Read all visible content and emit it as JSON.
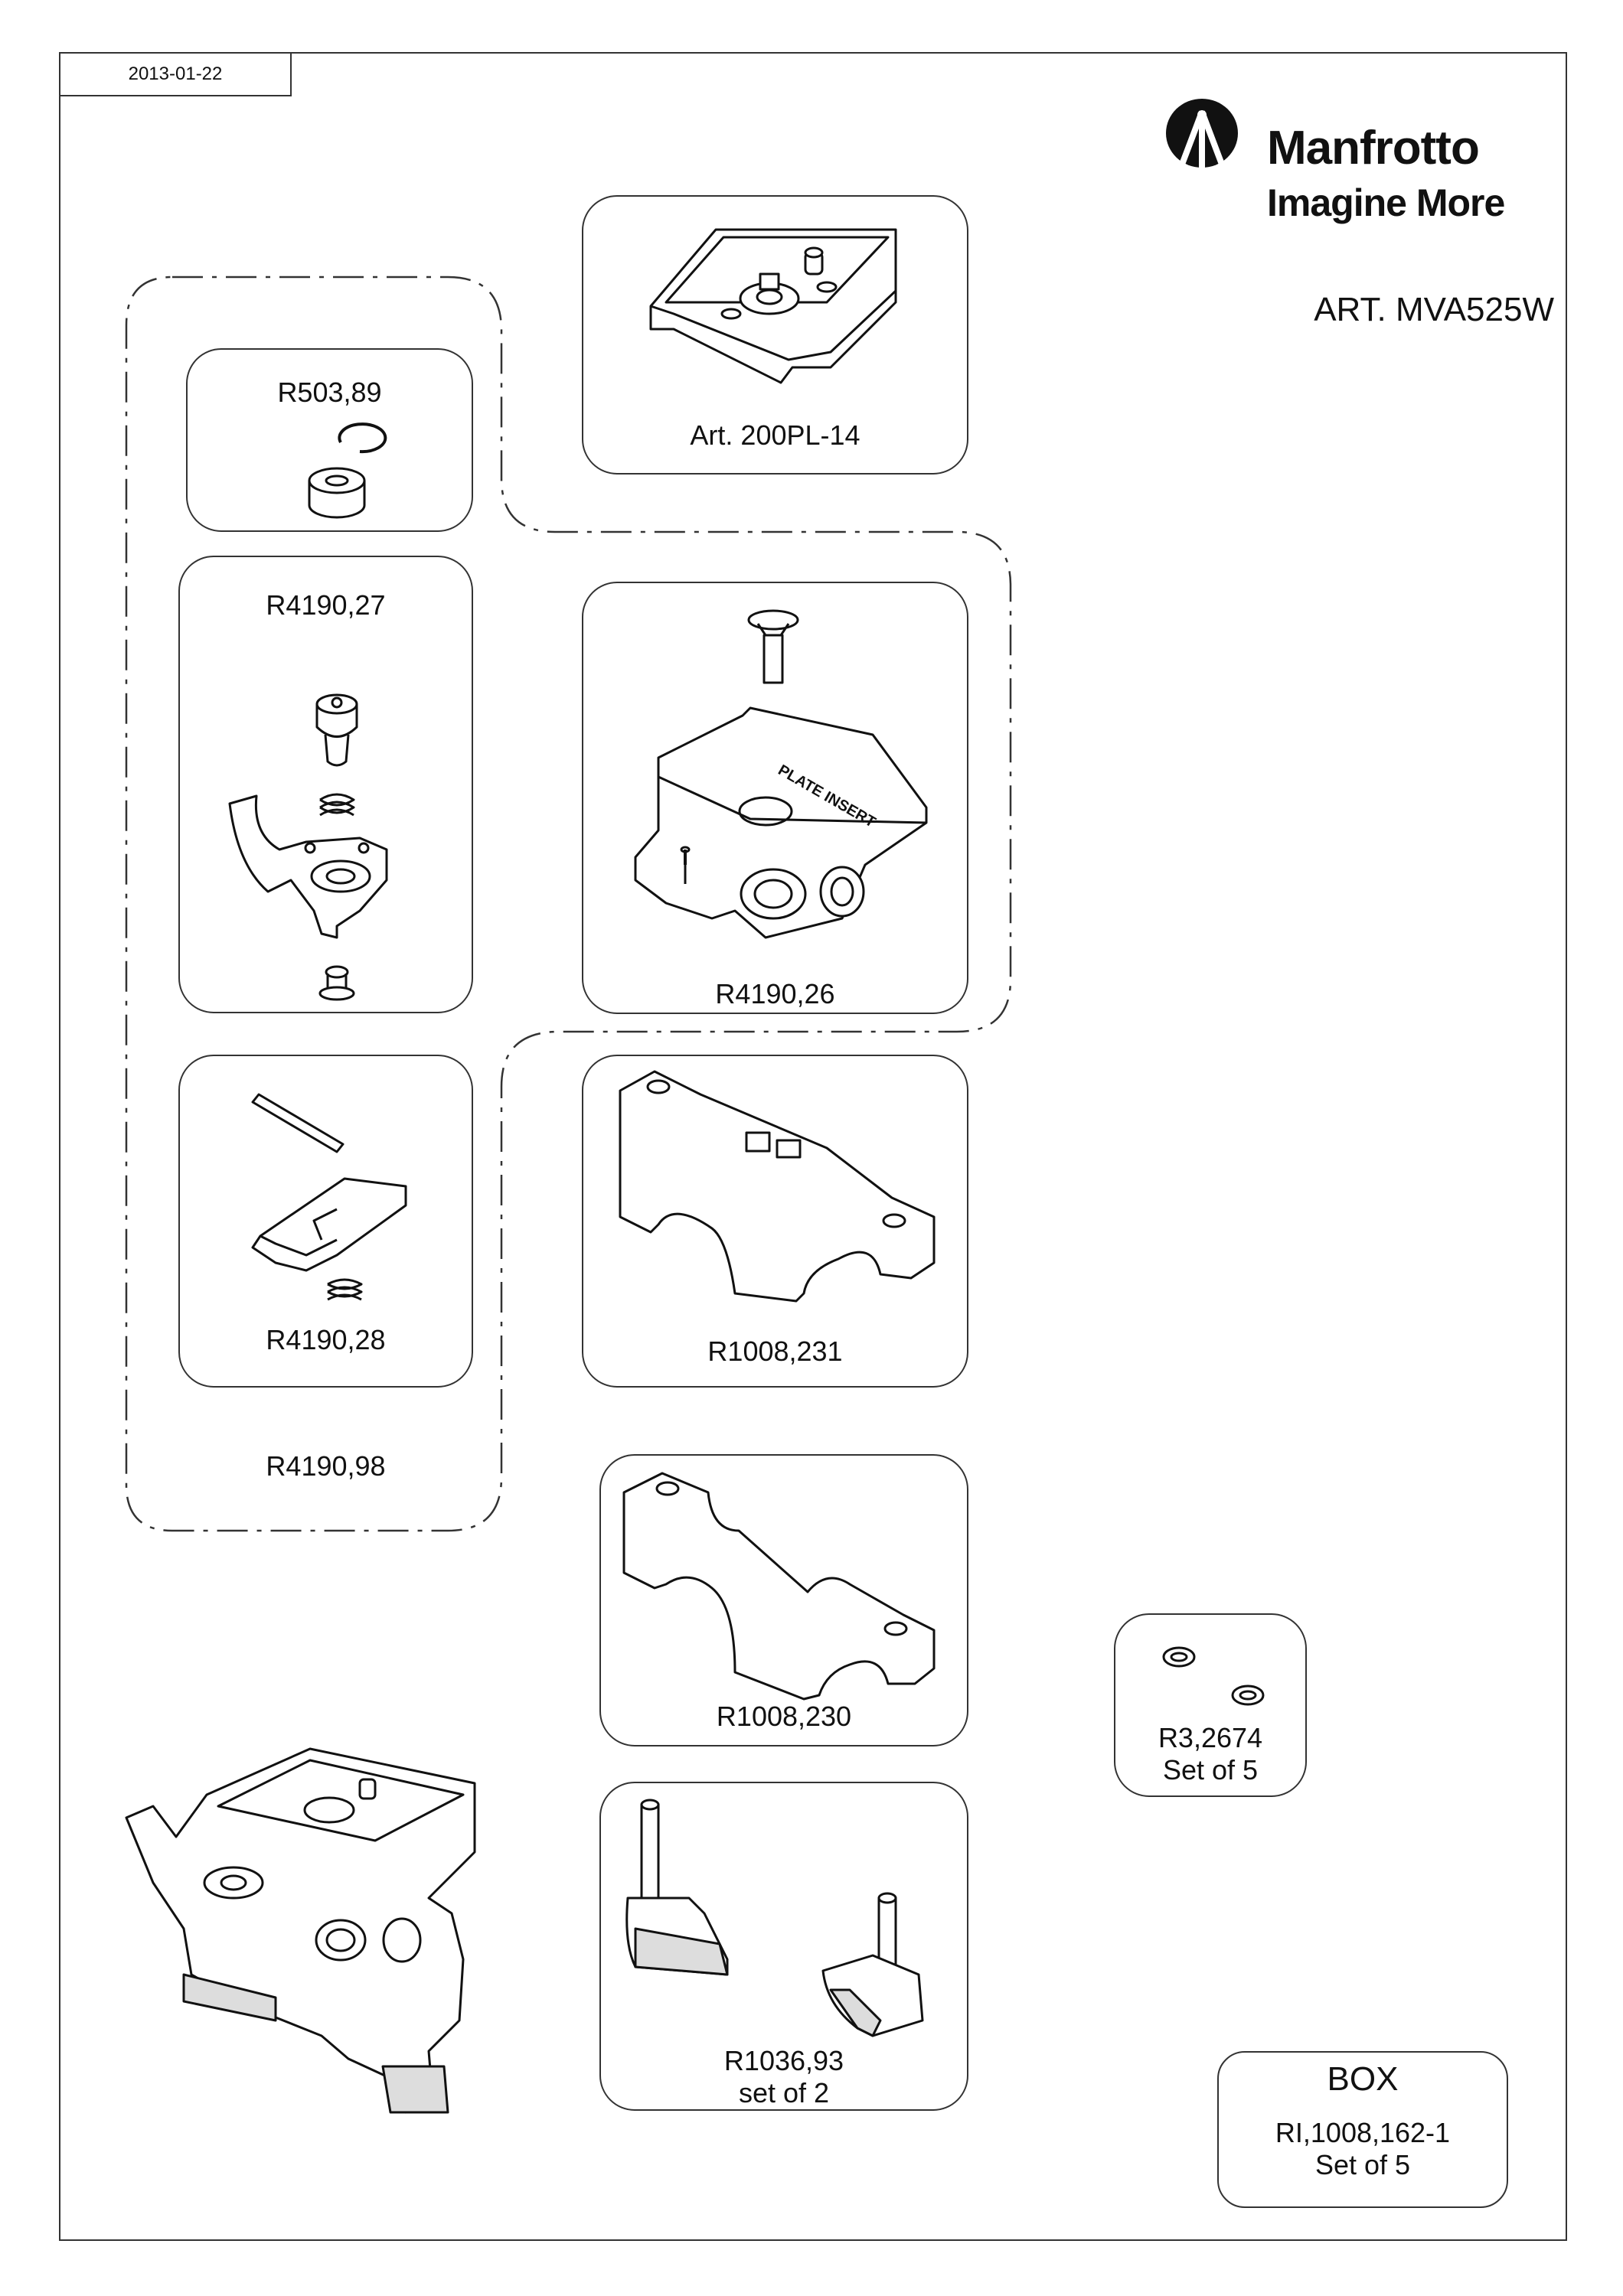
{
  "date": "2013-01-22",
  "brand": {
    "name": "Manfrotto",
    "tagline": "Imagine More"
  },
  "article": "ART. MVA525W",
  "parts": {
    "plate": "Art. 200PL-14",
    "r503": "R503,89",
    "r419027": "R4190,27",
    "r419026": "R4190,26",
    "r419028": "R4190,28",
    "r100823l": "R1008,231",
    "r419098": "R4190,98",
    "r1008230": "R1008,230",
    "r32674": [
      "R3,2674",
      "Set of 5"
    ],
    "r103693": [
      "R1036,93",
      "set of 2"
    ],
    "box": [
      "BOX",
      "RI,1008,162-1",
      "Set of 5"
    ],
    "plate_insert_text": "PLATE INSERT"
  }
}
